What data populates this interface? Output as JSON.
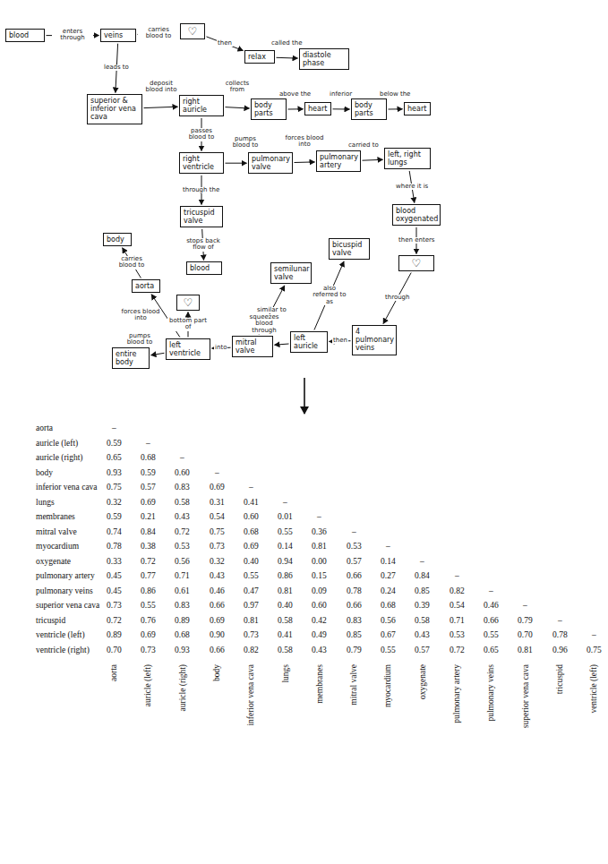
{
  "diagram": {
    "nodes": [
      {
        "text": [
          "blood"
        ]
      },
      {
        "text": [
          "veins"
        ]
      },
      {
        "text": [
          "♡"
        ]
      },
      {
        "text": [
          "relax"
        ]
      },
      {
        "text": [
          "diastole phase"
        ]
      },
      {
        "text": [
          "superior & inferior vena cava"
        ]
      },
      {
        "text": [
          "right auricle"
        ]
      },
      {
        "text": [
          "body parts"
        ]
      },
      {
        "text": [
          "heart"
        ]
      },
      {
        "text": [
          "body parts"
        ]
      },
      {
        "text": [
          "heart"
        ]
      },
      {
        "text": [
          "right ventricle"
        ]
      },
      {
        "text": [
          "pulmonary valve"
        ]
      },
      {
        "text": [
          "pulmonary artery"
        ]
      },
      {
        "text": [
          "left, right lungs"
        ]
      },
      {
        "text": [
          "blood oxygenated"
        ]
      },
      {
        "text": [
          "♡"
        ]
      },
      {
        "text": [
          "4 pulmonary veins"
        ]
      },
      {
        "text": [
          "left auricle"
        ]
      },
      {
        "text": [
          "mitral valve"
        ]
      },
      {
        "text": [
          "left ventricle"
        ]
      },
      {
        "text": [
          "entire body"
        ]
      },
      {
        "text": [
          "♡"
        ]
      },
      {
        "text": [
          "aorta"
        ]
      },
      {
        "text": [
          "body"
        ]
      },
      {
        "text": [
          "tricuspid valve"
        ]
      },
      {
        "text": [
          "blood"
        ]
      },
      {
        "text": [
          "semilunar valve"
        ]
      },
      {
        "text": [
          "bicuspid valve"
        ]
      }
    ],
    "edges": [
      {
        "from": 0,
        "to": 1,
        "arrow": "to",
        "label": "enters through"
      },
      {
        "from": 1,
        "to": 2,
        "arrow": "to",
        "label": "carries blood to"
      },
      {
        "from": 2,
        "to": 3,
        "arrow": "to",
        "label": "then"
      },
      {
        "from": 3,
        "to": 4,
        "arrow": "to",
        "label": "called the"
      },
      {
        "from": 1,
        "to": 5,
        "arrow": "to",
        "label": "leads to"
      },
      {
        "from": 5,
        "to": 6,
        "arrow": "to",
        "label": "deposit blood into"
      },
      {
        "from": 6,
        "to": 7,
        "arrow": "to",
        "label": "collects from"
      },
      {
        "from": 7,
        "to": 8,
        "arrow": "to",
        "label": "above the"
      },
      {
        "from": 8,
        "to": 9,
        "arrow": "to",
        "label": "inferior"
      },
      {
        "from": 9,
        "to": 10,
        "arrow": "to",
        "label": "below the"
      },
      {
        "from": 6,
        "to": 11,
        "arrow": "to",
        "label": "passes blood to"
      },
      {
        "from": 11,
        "to": 12,
        "arrow": "to",
        "label": "pumps blood to"
      },
      {
        "from": 12,
        "to": 13,
        "arrow": "to",
        "label": "forces blood into"
      },
      {
        "from": 13,
        "to": 14,
        "arrow": "to",
        "label": "carried to"
      },
      {
        "from": 14,
        "to": 15,
        "arrow": "to",
        "label": "where it is"
      },
      {
        "from": 15,
        "to": 16,
        "arrow": "to",
        "label": "then enters"
      },
      {
        "from": 16,
        "to": 17,
        "arrow": "to",
        "label": "through"
      },
      {
        "from": 17,
        "to": 18,
        "arrow": "to",
        "label": "then"
      },
      {
        "from": 18,
        "to": 19,
        "arrow": "to",
        "label": "squeezes blood through"
      },
      {
        "from": 19,
        "to": 20,
        "arrow": "to",
        "label": "into"
      },
      {
        "from": 20,
        "to": 21,
        "arrow": "to",
        "label": "pumps blood to"
      },
      {
        "from": 20,
        "to": 22,
        "arrow": "to",
        "label": "bottom part of"
      },
      {
        "from": 20,
        "to": 23,
        "arrow": "to",
        "label": "forces blood into"
      },
      {
        "from": 23,
        "to": 24,
        "arrow": "to",
        "label": "carries blood to"
      },
      {
        "from": 11,
        "to": 25,
        "arrow": "to",
        "label": "through the"
      },
      {
        "from": 25,
        "to": 26,
        "arrow": "to",
        "label": "stops back flow of"
      },
      {
        "from": 19,
        "to": 27,
        "arrow": "to",
        "label": "similar to"
      },
      {
        "from": 18,
        "to": 28,
        "arrow": "to",
        "label": "also referred to as"
      }
    ],
    "labels": [
      "aorta",
      "–",
      "auricle (left)",
      "0.59",
      "–",
      "auricle (right)",
      "0.65",
      "0.68",
      "–",
      "body",
      "0.93",
      "0.59",
      "0.60",
      "–",
      "inferior vena cava",
      "0.75",
      "0.57",
      "0.83",
      "0.69",
      "–",
      "lungs",
      "0.32",
      "0.69",
      "0.58",
      "0.31",
      "0.41",
      "–",
      "membranes",
      "0.59",
      "0.21",
      "0.43",
      "0.54",
      "0.60",
      "0.01",
      "–",
      "mitral valve",
      "0.74",
      "0.84",
      "0.72",
      "0.75",
      "0.68",
      "0.55",
      "0.36",
      "–",
      "myocardium",
      "0.78",
      "0.38",
      "0.53",
      "0.73",
      "0.69",
      "0.14",
      "0.81",
      "0.53",
      "–",
      "oxygenate",
      "0.33",
      "0.72",
      "0.56",
      "0.32",
      "0.40",
      "0.94",
      "0.00",
      "0.57",
      "0.14",
      "–",
      "pulmonary artery",
      "0.45",
      "0.77",
      "0.71",
      "0.43",
      "0.55",
      "0.86",
      "0.15",
      "0.66",
      "0.27",
      "0.84",
      "–",
      "pulmonary veins",
      "0.45",
      "0.86",
      "0.61",
      "0.46",
      "0.47",
      "0.81",
      "0.09",
      "0.78",
      "0.24",
      "0.85",
      "0.82",
      "–",
      "superior vena cava",
      "0.73",
      "0.55",
      "0.83",
      "0.66",
      "0.97",
      "0.40",
      "0.60",
      "0.66",
      "0.68",
      "0.39",
      "0.54",
      "0.46",
      "–",
      "tricuspid",
      "0.72",
      "0.76",
      "0.89",
      "0.69",
      "0.81",
      "0.58",
      "0.42",
      "0.83",
      "0.56",
      "0.58",
      "0.71",
      "0.66",
      "0.79",
      "–",
      "ventricle (left)",
      "0.89",
      "0.69",
      "0.68",
      "0.90",
      "0.73",
      "0.41",
      "0.49",
      "0.85",
      "0.67",
      "0.43",
      "0.53",
      "0.55",
      "0.70",
      "0.78",
      "–",
      "ventricle (right)",
      "0.70",
      "0.73",
      "0.93",
      "0.66",
      "0.82",
      "0.58",
      "0.43",
      "0.79",
      "0.55",
      "0.57",
      "0.72",
      "0.65",
      "0.81",
      "0.96",
      "0.75",
      "aorta",
      "auricle (left)",
      "auricle (right)",
      "body",
      "inferior vena cava",
      "lungs",
      "membranes",
      "mitral valve",
      "myocardium",
      "oxygenate",
      "pulmonary artery",
      "pulmonary veins",
      "superior vena cava",
      "tricuspid",
      "ventricle (left)"
    ]
  }
}
